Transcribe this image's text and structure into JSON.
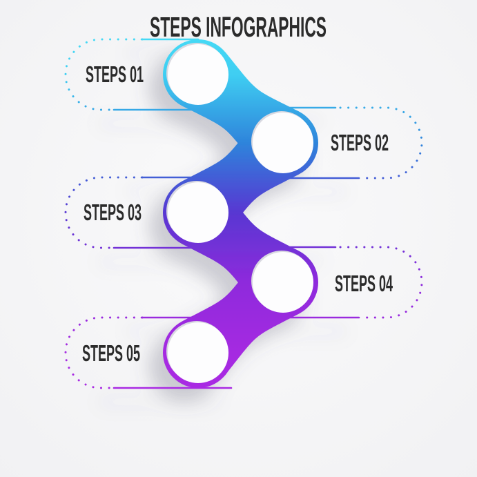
{
  "title": "STEPS INFOGRAPHICS",
  "steps": [
    {
      "label": "STEPS 01",
      "side": "left",
      "color": "#3FCEF2"
    },
    {
      "label": "STEPS 02",
      "side": "right",
      "color": "#2E84DB"
    },
    {
      "label": "STEPS 03",
      "side": "left",
      "color": "#5837D2"
    },
    {
      "label": "STEPS 04",
      "side": "right",
      "color": "#8E2ADC"
    },
    {
      "label": "STEPS 05",
      "side": "left",
      "color": "#A52BE1"
    }
  ],
  "palette": {
    "background": "#FAFAFB",
    "background_edge": "#F1F1F3",
    "title_color": "#2B2B2B",
    "label_color": "#2B2B2B",
    "ribbon_gradient": [
      "#45D9F5",
      "#3FCEF2",
      "#2E84DB",
      "#5837D2",
      "#8E2ADC",
      "#A52BE1",
      "#A92AE3"
    ],
    "shadow_color": "#5A5A6E",
    "circle_fill": "#FDFDFE",
    "circle_rim": "#D9D9E1"
  }
}
